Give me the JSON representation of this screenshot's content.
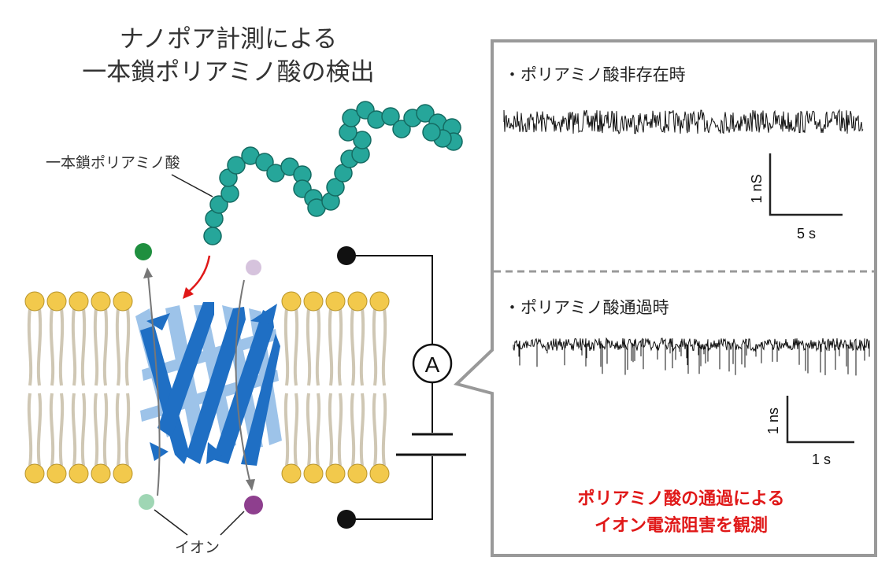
{
  "title": {
    "line1": "ナノポア計測による",
    "line2": "一本鎖ポリアミノ酸の検出"
  },
  "labels": {
    "polypeptide": "一本鎖ポリアミノ酸",
    "ion": "イオン",
    "ammeter": "A"
  },
  "panel_top": {
    "title": "・ポリアミノ酸非存在時",
    "scale_y": "1 nS",
    "scale_x": "5 s"
  },
  "panel_bottom": {
    "title": "・ポリアミノ酸通過時",
    "scale_y": "1 ns",
    "scale_x": "1 s"
  },
  "conclusion": {
    "line1": "ポリアミノ酸の通過による",
    "line2": "イオン電流阻害を観測"
  },
  "colors": {
    "bead": "#26a69a",
    "pore": "#1f6fc4",
    "pore_light": "#7fb0e0",
    "lipid_head": "#f2c94c",
    "highlight": "#e01818",
    "ion_green": "#1f8f3f",
    "ion_mint": "#9fd6b4",
    "ion_lilac": "#d6c3dd",
    "ion_purple": "#8e3f8e"
  }
}
